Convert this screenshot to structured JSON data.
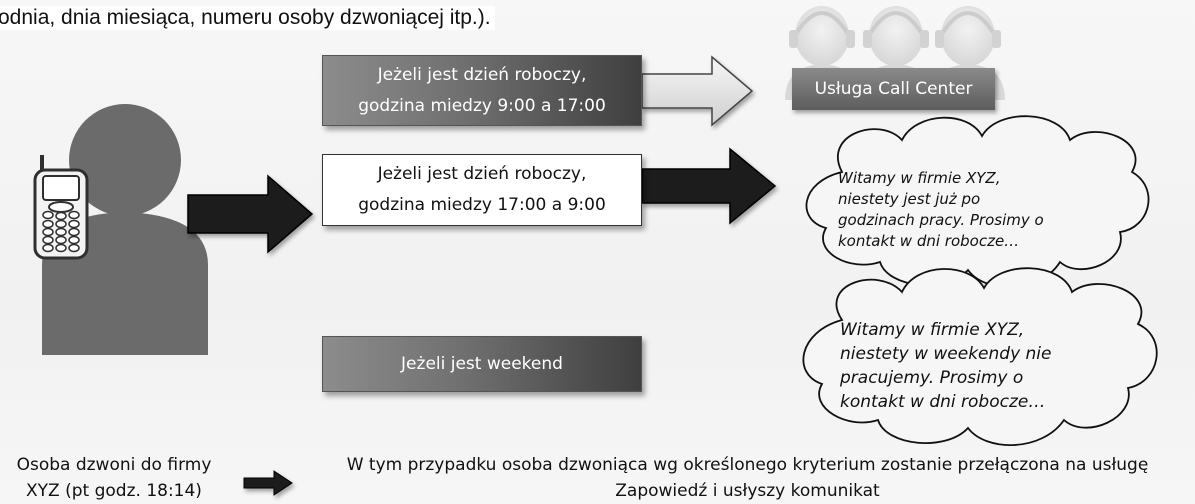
{
  "header": {
    "text": "odnia, dnia miesiąca, numeru osoby dzwoniącej itp.)."
  },
  "conditions": [
    {
      "lines": [
        "Jeżeli jest dzień roboczy,",
        "godzina miedzy 9:00 a 17:00"
      ],
      "style": "gray"
    },
    {
      "lines": [
        "Jeżeli jest dzień roboczy,",
        "godzina miedzy 17:00 a 9:00"
      ],
      "style": "white"
    },
    {
      "lines": [
        "Jeżeli jest weekend"
      ],
      "style": "gray"
    }
  ],
  "call_center": {
    "label": "Usługa Call Center"
  },
  "clouds": [
    {
      "lines": [
        "Witamy w firmie XYZ,",
        "niestety jest już po",
        "godzinach pracy. Prosimy o",
        "kontakt w dni robocze…"
      ]
    },
    {
      "lines": [
        "Witamy w firmie XYZ,",
        "niestety w weekendy nie",
        "pracujemy. Prosimy o",
        "kontakt w dni robocze…"
      ]
    }
  ],
  "footer": {
    "left_lines": [
      "Osoba dzwoni do firmy",
      "XYZ (pt godz. 18:14)"
    ],
    "right_lines": [
      "W tym przypadku osoba dzwoniąca wg określonego kryterium zostanie przełączona na usługę",
      "Zapowiedź i usłyszy komunikat"
    ]
  },
  "colors": {
    "dark_arrow": "#1a1a1a",
    "light_arrow": "#e6e6e6",
    "person": "#6b6b6b",
    "phone": "#3a3a3a"
  }
}
